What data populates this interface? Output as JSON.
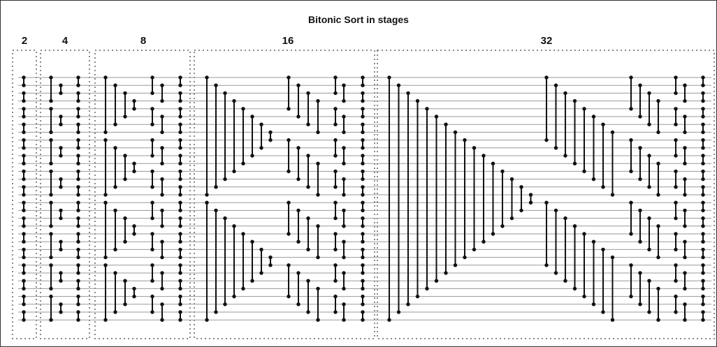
{
  "title": "Bitonic Sort in stages",
  "stage_labels": [
    "2",
    "4",
    "8",
    "16",
    "32"
  ],
  "wire_count": 32,
  "colors": {
    "line": "#111111",
    "wire": "#9a9a9a",
    "box": "#8a8a8a"
  }
}
